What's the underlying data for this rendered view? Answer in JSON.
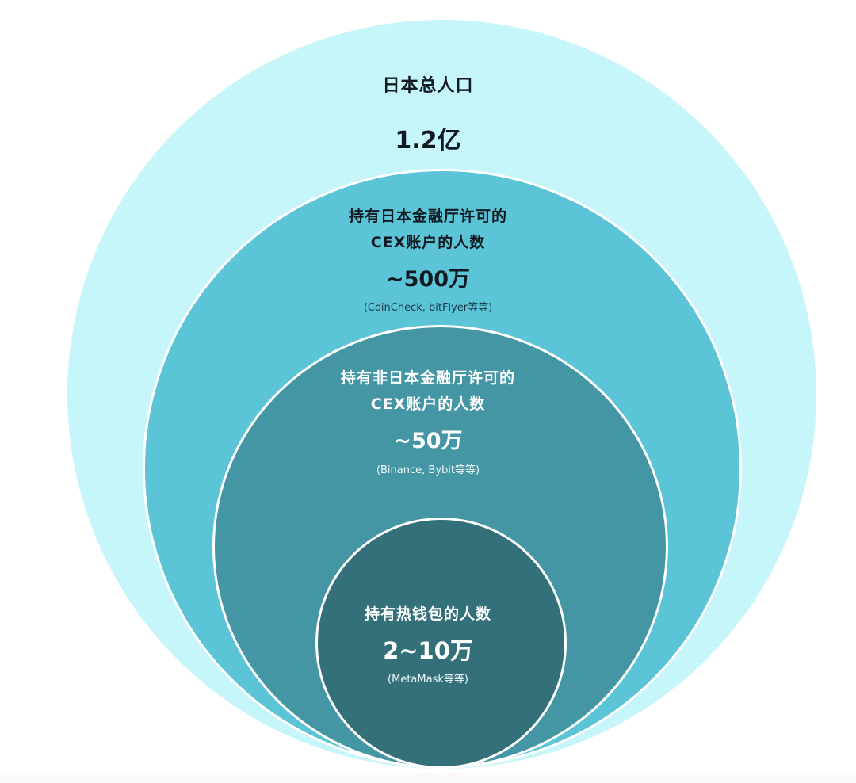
{
  "diagram": {
    "type": "nested-circles",
    "colors": {
      "level1": "#c7f6fa",
      "level2": "#5bc4d6",
      "level3": "#4596a4",
      "level4": "#337079",
      "border": "#ffffff"
    },
    "levels": [
      {
        "title_line1": "日本总人口",
        "value": "1.2亿"
      },
      {
        "title_line1": "持有日本金融厅许可的",
        "title_line2": "CEX账户的人数",
        "value": "~500万",
        "examples": "(CoinCheck, bitFlyer等等)"
      },
      {
        "title_line1": "持有非日本金融厅许可的",
        "title_line2": "CEX账户的人数",
        "value": "~50万",
        "examples": "(Binance, Bybit等等)"
      },
      {
        "title_line1": "持有热钱包的人数",
        "value": "2~10万",
        "examples": "(MetaMask等等)"
      }
    ]
  }
}
